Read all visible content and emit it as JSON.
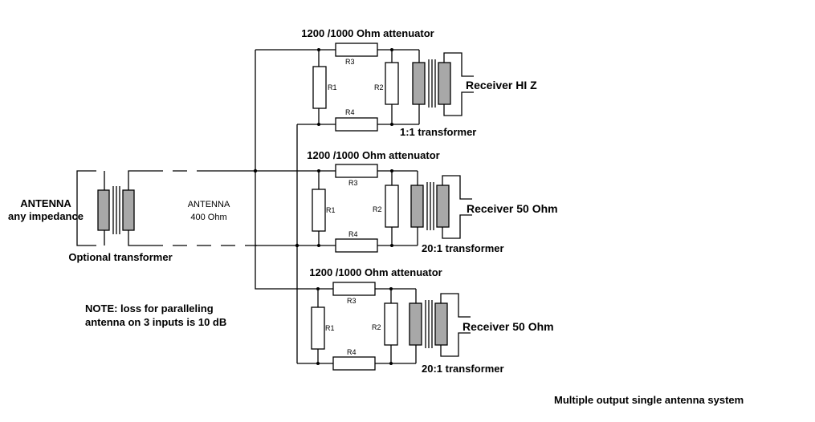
{
  "title": "Multiple output single antenna system",
  "note": {
    "line1": "NOTE: loss for paralleling",
    "line2": "antenna on 3 inputs is 10 dB"
  },
  "antenna": {
    "label1": "ANTENNA",
    "label2": "any impedance",
    "transformer_label": "Optional transformer",
    "feed_label1": "ANTENNA",
    "feed_label2": "400 Ohm"
  },
  "outputs": [
    {
      "attenuator_label": "1200 /1000 Ohm attenuator",
      "receiver_label": "Receiver HI Z",
      "transformer_label": "1:1 transformer",
      "resistors": {
        "r1": "R1",
        "r2": "R2",
        "r3": "R3",
        "r4": "R4"
      }
    },
    {
      "attenuator_label": "1200 /1000 Ohm attenuator",
      "receiver_label": "Receiver 50 Ohm",
      "transformer_label": "20:1 transformer",
      "resistors": {
        "r1": "R1",
        "r2": "R2",
        "r3": "R3",
        "r4": "R4"
      }
    },
    {
      "attenuator_label": "1200 /1000 Ohm attenuator",
      "receiver_label": "Receiver 50 Ohm",
      "transformer_label": "20:1 transformer",
      "resistors": {
        "r1": "R1",
        "r2": "R2",
        "r3": "R3",
        "r4": "R4"
      }
    }
  ]
}
